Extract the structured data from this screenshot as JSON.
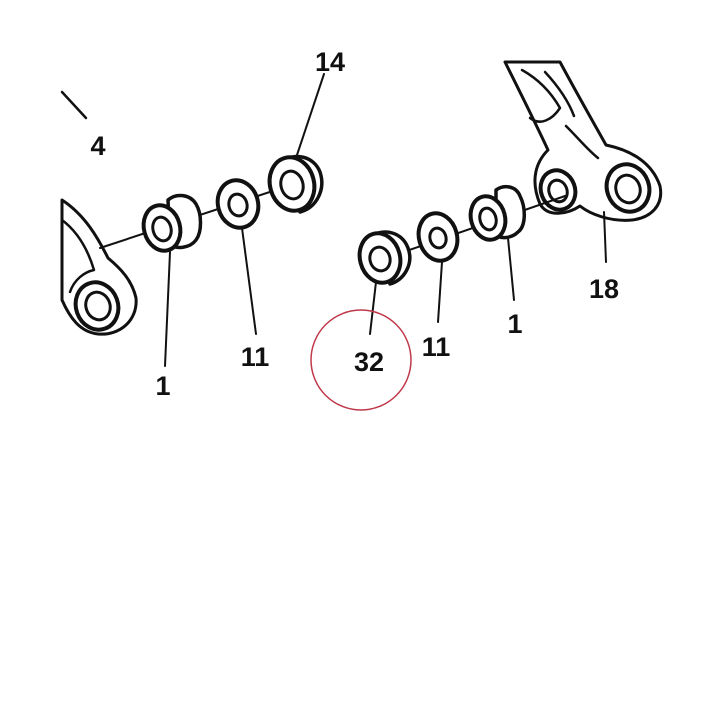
{
  "labels": {
    "l4": "4",
    "l14": "14",
    "l1_left": "1",
    "l11_left": "11",
    "l32": "32",
    "l11_right": "11",
    "l1_right": "1",
    "l18": "18"
  },
  "colors": {
    "ink": "#111111",
    "highlight_circle": "#c0394a",
    "background": "#ffffff"
  }
}
